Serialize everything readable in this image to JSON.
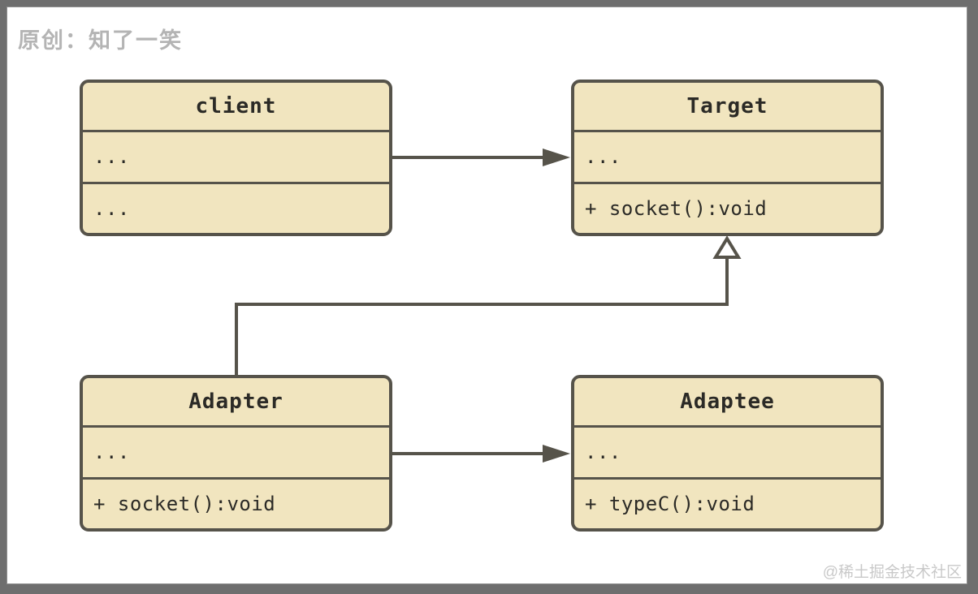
{
  "page": {
    "attribution": "原创：知了一笑",
    "watermark": "@稀土掘金技术社区"
  },
  "colors": {
    "box_fill": "#f1e5bf",
    "box_border": "#56534a",
    "line": "#56534a",
    "text": "#2b2a26",
    "attribution_text": "#b4b4b4",
    "watermark_text": "#c9c9c9",
    "frame": "#6e6e6e",
    "canvas": "#ffffff"
  },
  "diagram": {
    "type": "uml-class-diagram",
    "classes": [
      {
        "id": "client",
        "name": "client",
        "fields_row": "...",
        "methods_row": "..."
      },
      {
        "id": "target",
        "name": "Target",
        "fields_row": "...",
        "methods_row": "+ socket():void"
      },
      {
        "id": "adapter",
        "name": "Adapter",
        "fields_row": "...",
        "methods_row": "+ socket():void"
      },
      {
        "id": "adaptee",
        "name": "Adaptee",
        "fields_row": "...",
        "methods_row": "+ typeC():void"
      }
    ],
    "relations": [
      {
        "from": "client",
        "to": "Target",
        "type": "association",
        "arrowhead": "solid-triangle"
      },
      {
        "from": "Adapter",
        "to": "Adaptee",
        "type": "association",
        "arrowhead": "solid-triangle"
      },
      {
        "from": "Adapter",
        "to": "Target",
        "type": "inheritance",
        "arrowhead": "hollow-triangle"
      }
    ]
  }
}
